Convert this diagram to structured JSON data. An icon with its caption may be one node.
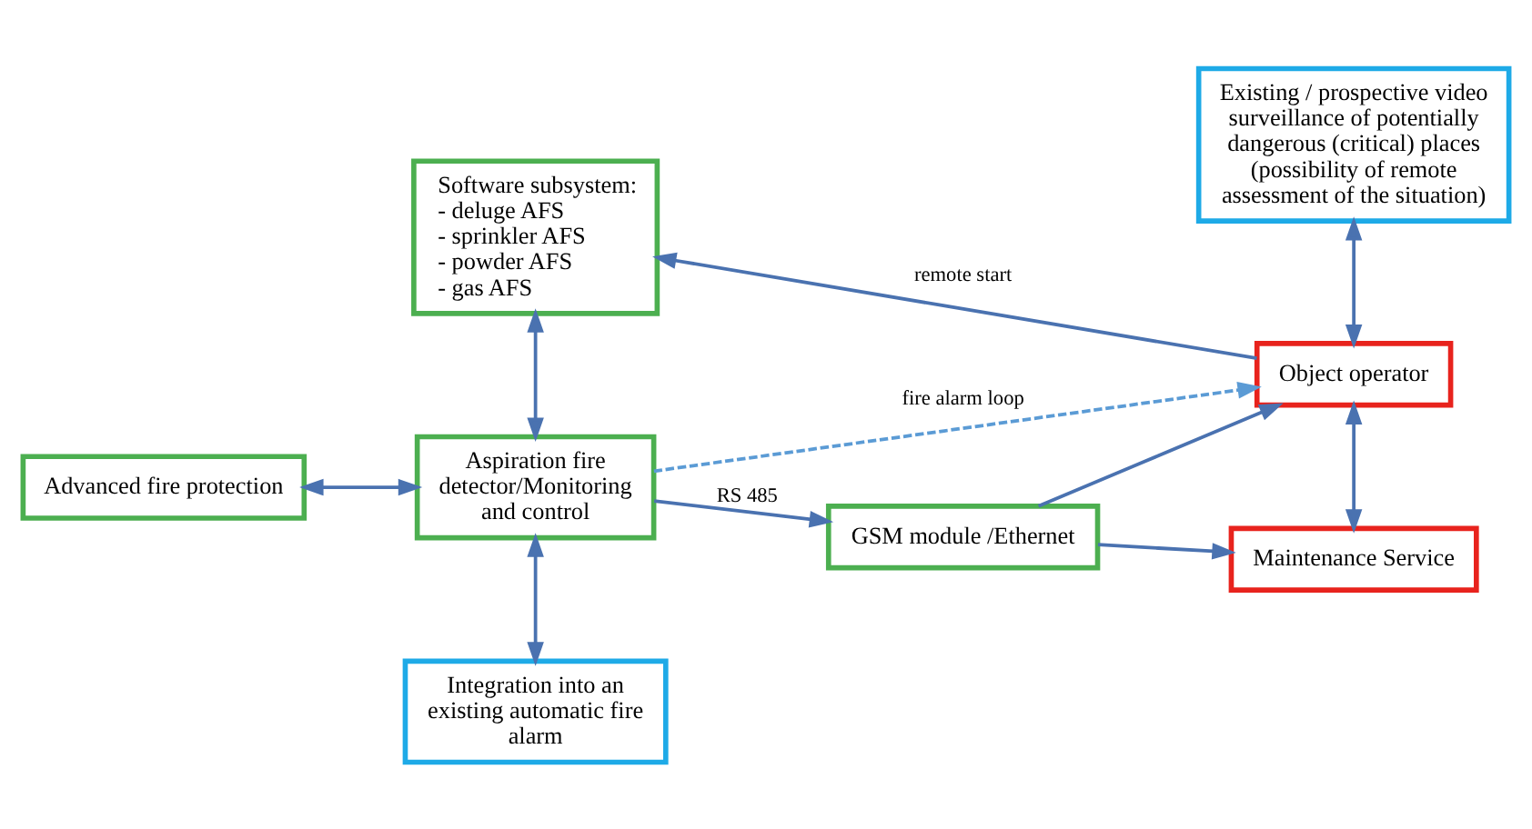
{
  "diagram": {
    "nodes": [
      {
        "text": [
          "Software subsystem:",
          "- deluge AFS",
          "- sprinkler AFS",
          "- powder AFS",
          "- gas AFS"
        ]
      },
      {
        "text": [
          "Existing / prospective video surveillance of potentially dangerous (critical) places (possibility of remote assessment of the situation)"
        ]
      },
      {
        "text": [
          "Advanced fire protection"
        ]
      },
      {
        "text": [
          "Aspiration fire detector/Monitoring and control"
        ]
      },
      {
        "text": [
          "GSM module /Ethernet"
        ]
      },
      {
        "text": [
          "Object operator"
        ]
      },
      {
        "text": [
          "Integration into an existing automatic fire alarm"
        ]
      },
      {
        "text": [
          "Maintenance Service"
        ]
      }
    ],
    "edges": [
      {
        "from": 0,
        "to": 3,
        "arrow": "both"
      },
      {
        "from": 2,
        "to": 3,
        "arrow": "both"
      },
      {
        "from": 3,
        "to": 4,
        "arrow": "to",
        "label": "RS 485"
      },
      {
        "from": 3,
        "to": 5,
        "arrow": "to",
        "label": "fire alarm loop",
        "style": "dashed",
        "color": "#5b9bd5"
      },
      {
        "from": 4,
        "to": 5,
        "arrow": "to"
      },
      {
        "from": 5,
        "to": 0,
        "arrow": "to",
        "label": "remote start"
      },
      {
        "from": 1,
        "to": 5,
        "arrow": "both"
      },
      {
        "from": 3,
        "to": 6,
        "arrow": "both"
      },
      {
        "from": 5,
        "to": 7,
        "arrow": "both"
      },
      {
        "from": 4,
        "to": 7,
        "arrow": "to"
      }
    ]
  }
}
